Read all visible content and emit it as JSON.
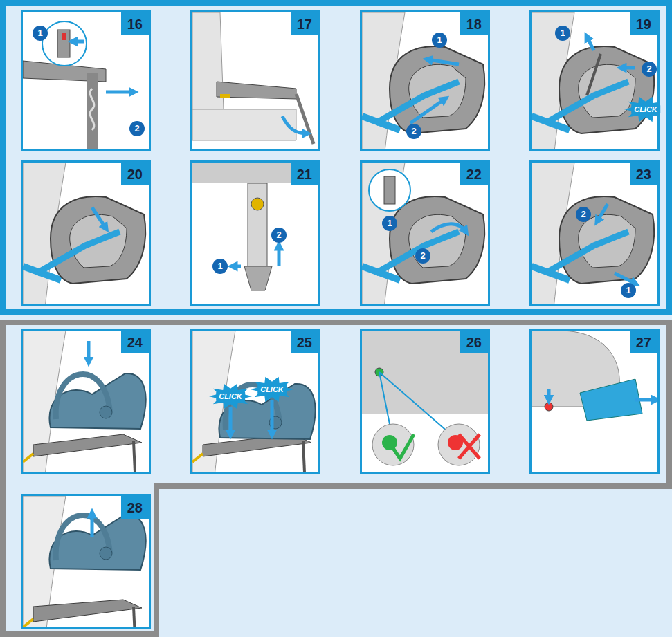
{
  "diagram": {
    "nodes": [
      {
        "text": [
          "16"
        ]
      },
      {
        "text": [
          "17"
        ]
      },
      {
        "text": [
          "18"
        ]
      },
      {
        "text": [
          "19"
        ]
      },
      {
        "text": [
          "20"
        ]
      },
      {
        "text": [
          "21"
        ]
      },
      {
        "text": [
          "22"
        ]
      },
      {
        "text": [
          "23"
        ]
      },
      {
        "text": [
          "24"
        ]
      },
      {
        "text": [
          "25"
        ]
      },
      {
        "text": [
          "26"
        ]
      },
      {
        "text": [
          "27"
        ]
      },
      {
        "text": [
          "28"
        ]
      }
    ],
    "labels": [
      "1",
      "2",
      "1",
      "2",
      "1",
      "2",
      "CLICK",
      "1",
      "2",
      "1",
      "2",
      "1",
      "2",
      "CLICK",
      "CLICK"
    ]
  }
}
